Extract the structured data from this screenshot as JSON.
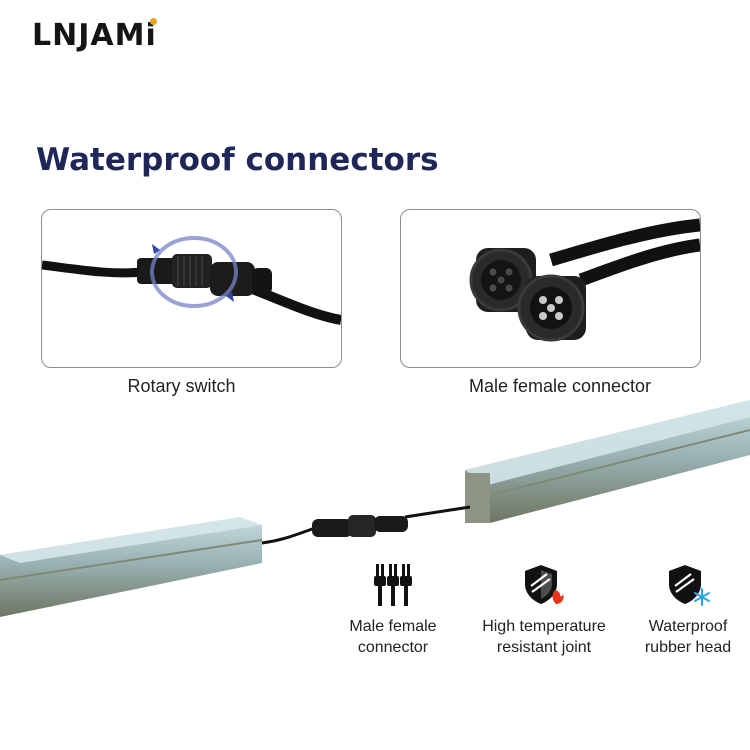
{
  "brand": {
    "logo_text": "LNJAMi"
  },
  "page": {
    "title": "Waterproof connectors"
  },
  "photos": [
    {
      "caption": "Rotary switch"
    },
    {
      "caption": "Male female connector"
    }
  ],
  "features": [
    {
      "icon": "pin-connector-icon",
      "line1": "Male female",
      "line2": "connector"
    },
    {
      "icon": "shield-flame-icon",
      "line1": "High temperature",
      "line2": "resistant joint"
    },
    {
      "icon": "shield-snowflake-icon",
      "line1": "Waterproof",
      "line2": "rubber head"
    }
  ],
  "colors": {
    "title": "#1f2759",
    "logo_accent": "#e9a320",
    "flame": "#e8331c",
    "snowflake": "#2aa3e6",
    "frame_border": "#8a8d96"
  }
}
